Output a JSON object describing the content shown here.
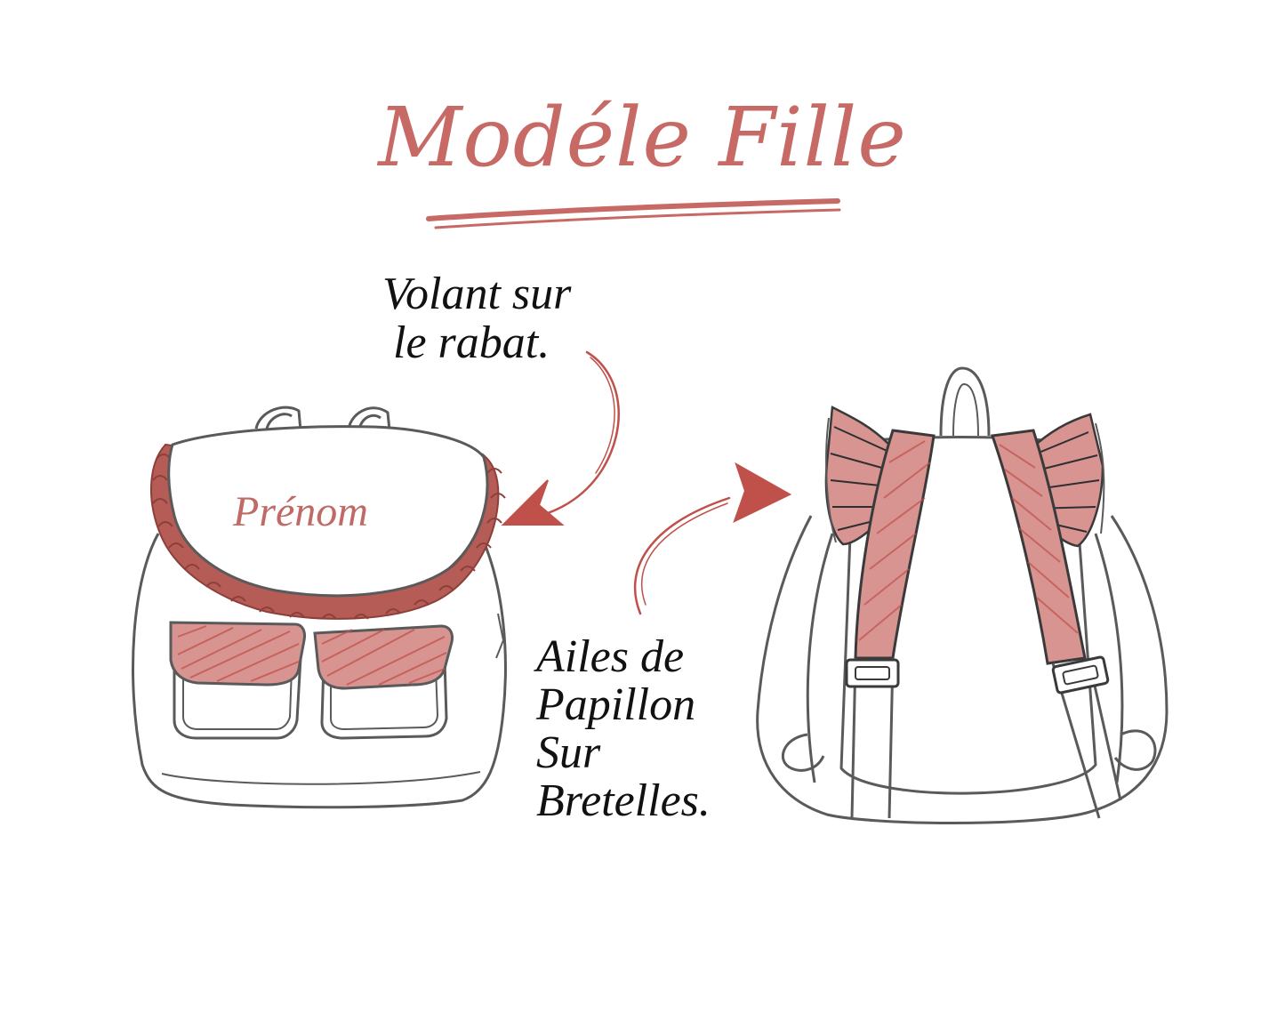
{
  "title": "Modéle Fille",
  "front_bag": {
    "name_label": "Prénom"
  },
  "annotations": {
    "flap_note": [
      "Volant sur",
      "le rabat."
    ],
    "straps_note": [
      "Ailes de",
      "Papillon",
      "Sur",
      "Bretelles."
    ]
  },
  "colors": {
    "accent": "#c76a66",
    "ruffle": "#b45c55",
    "line": "#555555",
    "text": "#111111"
  },
  "icons": {
    "front_view": "backpack-front-illustration",
    "back_view": "backpack-back-illustration",
    "arrows": "hand-drawn-arrow"
  }
}
